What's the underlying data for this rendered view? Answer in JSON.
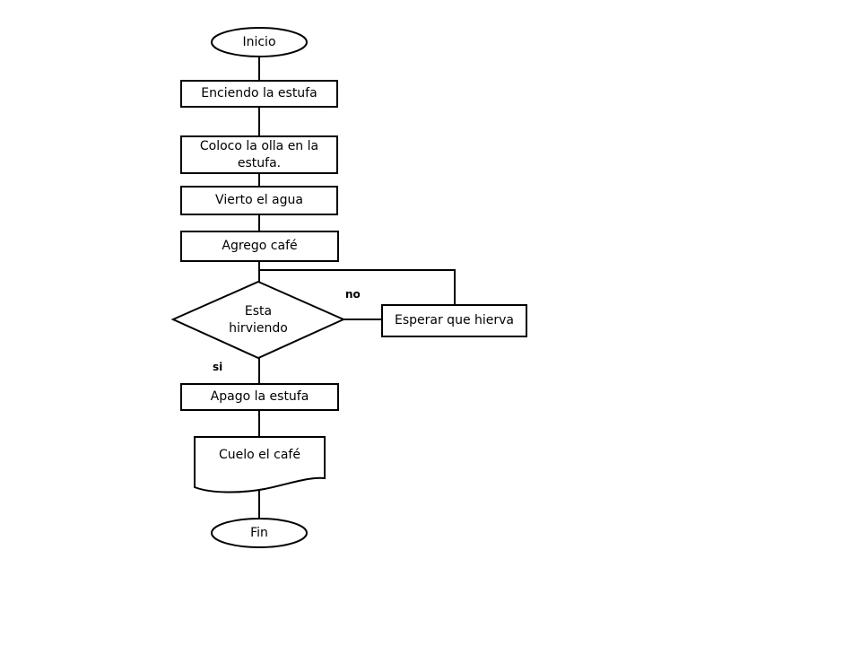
{
  "diagram": {
    "type": "flowchart",
    "language": "es",
    "colors": {
      "background": "#ffffff",
      "shape_fill": "#ffffff",
      "stroke": "#000000",
      "text": "#000000"
    },
    "nodes": [
      {
        "id": "start",
        "shape": "terminator",
        "label": "Inicio"
      },
      {
        "id": "step1",
        "shape": "process",
        "label": "Enciendo la estufa"
      },
      {
        "id": "step2",
        "shape": "process",
        "label": "Coloco la olla en la estufa."
      },
      {
        "id": "step3",
        "shape": "process",
        "label": "Vierto el agua"
      },
      {
        "id": "step4",
        "shape": "process",
        "label": "Agrego café"
      },
      {
        "id": "decision",
        "shape": "decision",
        "label": "Esta hirviendo"
      },
      {
        "id": "wait",
        "shape": "process",
        "label": "Esperar que hierva"
      },
      {
        "id": "step5",
        "shape": "process",
        "label": "Apago la estufa"
      },
      {
        "id": "step6",
        "shape": "document",
        "label": "Cuelo el café"
      },
      {
        "id": "end",
        "shape": "terminator",
        "label": "Fin"
      }
    ],
    "edges": [
      {
        "from": "start",
        "to": "step1",
        "label": ""
      },
      {
        "from": "step1",
        "to": "step2",
        "label": ""
      },
      {
        "from": "step2",
        "to": "step3",
        "label": ""
      },
      {
        "from": "step3",
        "to": "step4",
        "label": ""
      },
      {
        "from": "step4",
        "to": "decision",
        "label": ""
      },
      {
        "from": "decision",
        "to": "wait",
        "label": "no"
      },
      {
        "from": "wait",
        "to": "decision",
        "label": ""
      },
      {
        "from": "decision",
        "to": "step5",
        "label": "si"
      },
      {
        "from": "step5",
        "to": "step6",
        "label": ""
      },
      {
        "from": "step6",
        "to": "end",
        "label": ""
      }
    ],
    "branch_labels": {
      "no_label": "no",
      "si_label": "si"
    }
  }
}
